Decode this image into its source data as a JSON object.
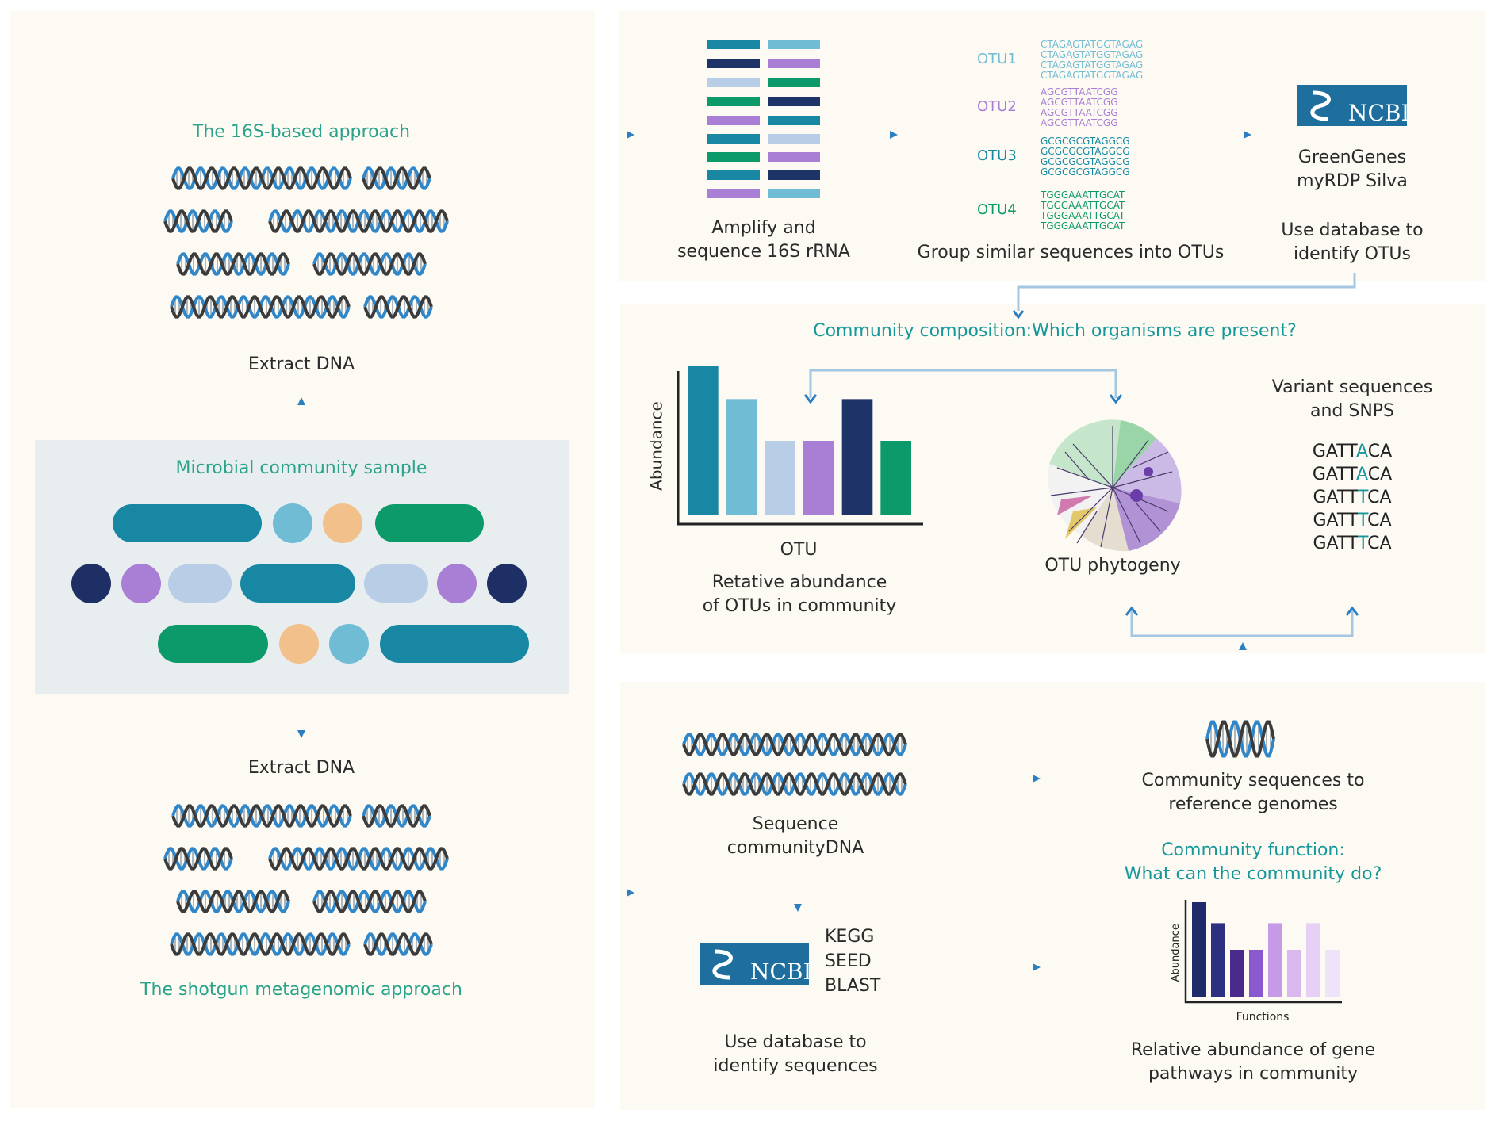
{
  "left": {
    "title_16s": "The 16S-based approach",
    "extract_dna_top": "Extract DNA",
    "sample_title": "Microbial community sample",
    "extract_dna_bottom": "Extract DNA",
    "title_shotgun": "The shotgun metagenomic approach"
  },
  "top": {
    "amplify_label": "Amplify and\nsequence 16S rRNA",
    "group_label": "Group similar sequences into OTUs",
    "otus": [
      {
        "name": "OTU1",
        "seq": "CTAGAGTATGGTAGAG",
        "color": "#6fbcd4"
      },
      {
        "name": "OTU2",
        "seq": "AGCGTTAATCGG",
        "color": "#a97fd6"
      },
      {
        "name": "OTU3",
        "seq": "GCGCGCGTAGGCG",
        "color": "#168aa5"
      },
      {
        "name": "OTU4",
        "seq": "TGGGAAATTGCAT",
        "color": "#0c9a6a"
      }
    ],
    "ncbi_text": "NCBI",
    "databases": "GreenGenes\nmyRDP Silva",
    "use_db_otus": "Use database to\nidentify OTUs"
  },
  "middle": {
    "question": "Community composition:Which organisms are present?",
    "y_axis": "Abundance",
    "x_axis": "OTU",
    "abundance_caption": "Retative abundance\nof OTUs in community",
    "phylogeny_label": "OTU phytogeny",
    "variant_title": "Variant sequences\nand SNPS",
    "variants": [
      {
        "pre": "GATT",
        "snp": "A",
        "post": "CA"
      },
      {
        "pre": "GATT",
        "snp": "A",
        "post": "CA"
      },
      {
        "pre": "GATT",
        "snp": "T",
        "post": "CA"
      },
      {
        "pre": "GATT",
        "snp": "T",
        "post": "CA"
      },
      {
        "pre": "GATT",
        "snp": "T",
        "post": "CA"
      }
    ]
  },
  "bottom": {
    "sequence_label": "Sequence\ncommunityDNA",
    "ncbi_text": "NCBI",
    "databases": "KEGG\nSEED\nBLAST",
    "use_db_seqs": "Use database to\nidentify sequences",
    "ref_genomes": "Community sequences to\nreference genomes",
    "function_question": "Community function:\nWhat can the community do?",
    "y_axis": "Abundance",
    "x_axis": "Functions",
    "pathways_caption": "Relative abundance of gene\npathways in community"
  },
  "chart_data": [
    {
      "type": "bar",
      "xlabel": "OTU",
      "ylabel": "Abundance",
      "values": [
        100,
        78,
        50,
        50,
        78,
        50
      ],
      "colors": [
        "#1787a3",
        "#6fbcd4",
        "#b8cde6",
        "#a97fd6",
        "#1e3368",
        "#0d9a6b"
      ]
    },
    {
      "type": "bar",
      "xlabel": "Functions",
      "ylabel": "Abundance",
      "values": [
        100,
        78,
        50,
        50,
        78,
        50,
        78,
        50
      ],
      "colors": [
        "#1f2a6b",
        "#2d2f80",
        "#4a2a8a",
        "#8a58cf",
        "#c79ae8",
        "#d9b8f0",
        "#e6d0f5",
        "#efe3fa"
      ]
    }
  ]
}
